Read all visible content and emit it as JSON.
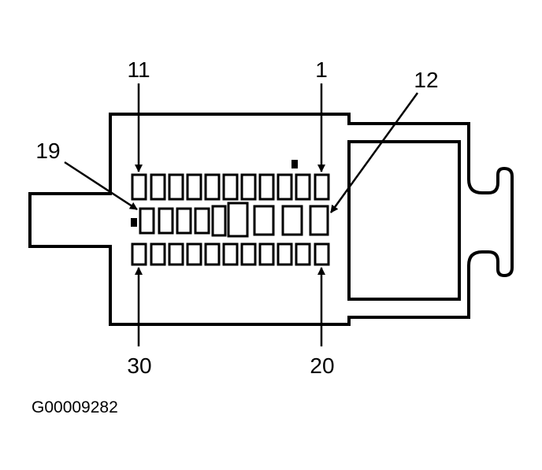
{
  "labels": {
    "pin_11": "11",
    "pin_1": "1",
    "pin_12": "12",
    "pin_19": "19",
    "pin_30": "30",
    "pin_20": "20"
  },
  "figure_id": "G00009282"
}
